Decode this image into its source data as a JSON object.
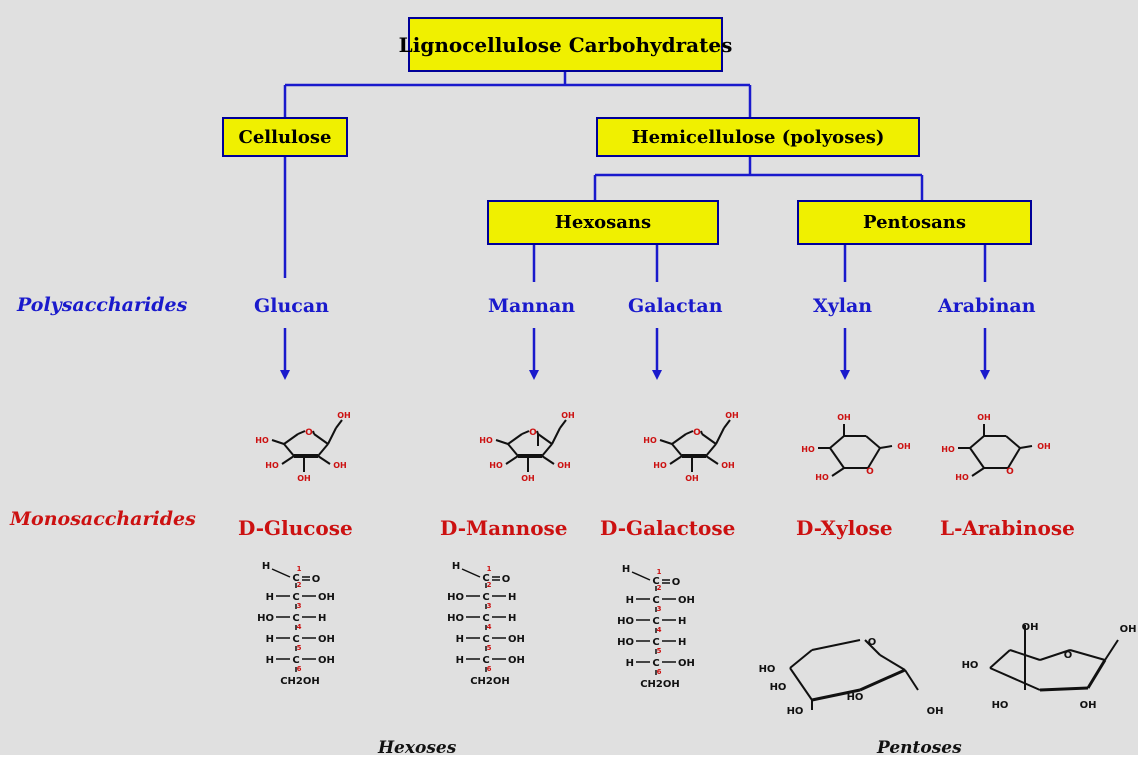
{
  "hierarchy": {
    "root": "Lignocellulose Carbohydrates",
    "cellulose": "Cellulose",
    "hemicellulose": "Hemicellulose (polyoses)",
    "hexosans": "Hexosans",
    "pentosans": "Pentosans"
  },
  "row_labels": {
    "polysaccharides": "Polysaccharides",
    "monosaccharides": "Monosaccharides"
  },
  "polysaccharides": [
    "Glucan",
    "Mannan",
    "Galactan",
    "Xylan",
    "Arabinan"
  ],
  "monosaccharides": [
    "D-Glucose",
    "D-Mannose",
    "D-Galactose",
    "D-Xylose",
    "L-Arabinose"
  ],
  "group_labels": {
    "hexoses": "Hexoses",
    "pentoses": "Pentoses"
  },
  "chem_labels": {
    "oh": "OH",
    "ho": "HO",
    "o": "O",
    "h": "H",
    "c": "C",
    "ch2oh": "CH2OH"
  },
  "fischer": {
    "glucose": [
      "H",
      "HO",
      "H",
      "H"
    ],
    "mannose": [
      "HO",
      "HO",
      "H",
      "H"
    ],
    "galactose": [
      "H",
      "HO",
      "HO",
      "H"
    ]
  },
  "colors": {
    "background": "#e0e0e0",
    "box_fill": "#f0f000",
    "box_border": "#000099",
    "lines": "#1a1acc",
    "polysaccharide_text": "#1a1acc",
    "monosaccharide_text": "#cc1111",
    "atom_red": "#cc1111"
  }
}
